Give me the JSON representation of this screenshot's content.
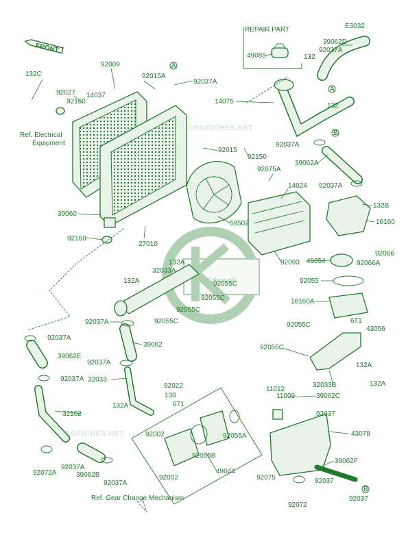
{
  "diagram_code": "E3032",
  "direction_label": "FRONT",
  "repair_part": "REPAIR PART",
  "watermark": "MICROFICHES.NET",
  "logo_text": "Kawasaki",
  "refs": {
    "electrical": [
      "Ref. Electrical",
      "Equipment"
    ],
    "gear_change": "Ref. Gear Change Mechanism"
  },
  "markers": [
    "A",
    "B"
  ],
  "colors": {
    "ink": "#1f7a2a",
    "fill": "#e9f3ea",
    "paper": "#ffffff"
  },
  "labels": [
    "132C",
    "92009",
    "92027",
    "14037",
    "92160",
    "92015A",
    "92037A",
    "39060",
    "92160",
    "27010",
    "92015",
    "92150",
    "92075A",
    "59502",
    "14024",
    "92093",
    "49085",
    "39062D",
    "92037A",
    "132",
    "132",
    "14075",
    "92037A",
    "39062A",
    "92037A",
    "132B",
    "16160",
    "92066",
    "49054",
    "92066A",
    "92055",
    "16160A",
    "43056",
    "132A",
    "32033A",
    "132A",
    "92055C",
    "92055C",
    "92055C",
    "92037A",
    "92055C",
    "92055C",
    "671",
    "92055C",
    "32033B",
    "132A",
    "132A",
    "92037A",
    "39062",
    "39062E",
    "92037A",
    "92037A",
    "32033",
    "92022",
    "130",
    "132A",
    "671",
    "32102",
    "92002",
    "92055A",
    "92055B",
    "92002",
    "49044",
    "92072A",
    "92037A",
    "39062B",
    "92037A",
    "11012",
    "11009",
    "39062C",
    "92037",
    "43078",
    "92075",
    "39062F",
    "92037",
    "92072",
    "92037"
  ]
}
